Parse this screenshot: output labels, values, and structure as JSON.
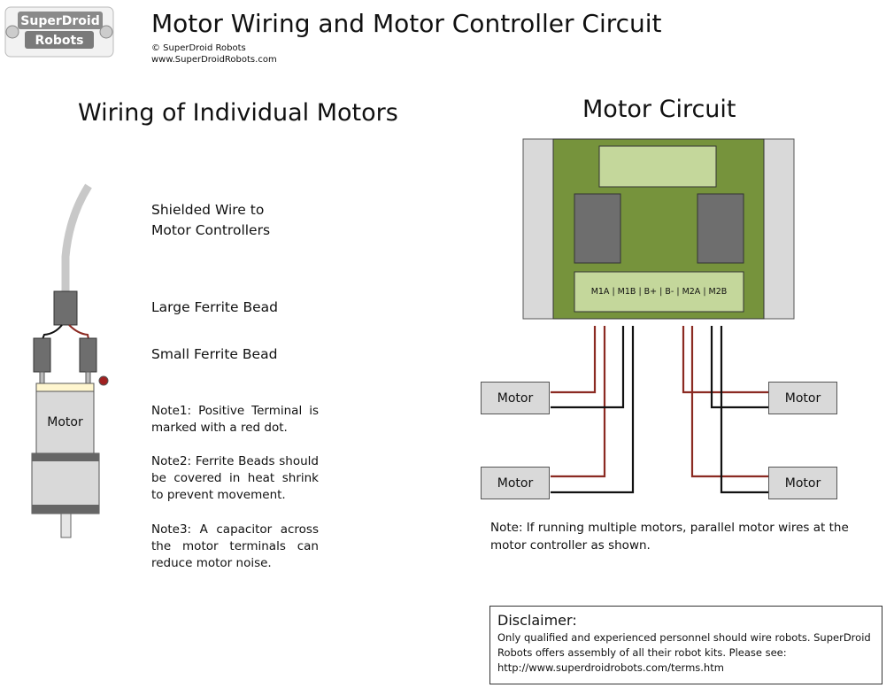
{
  "header": {
    "logo_line1": "SuperDroid",
    "logo_line2": "Robots",
    "title": "Motor Wiring and Motor Controller Circuit",
    "copyright": "© SuperDroid Robots",
    "website": "www.SuperDroidRobots.com"
  },
  "left": {
    "title": "Wiring of Individual Motors",
    "labels": {
      "shielded_wire_line1": "Shielded Wire to",
      "shielded_wire_line2": "Motor Controllers",
      "large_bead": "Large Ferrite Bead",
      "small_bead": "Small Ferrite Bead",
      "motor": "Motor"
    },
    "notes": [
      "Note1: Positive Terminal is marked with a red dot.",
      "Note2: Ferrite Beads should be covered in heat shrink to prevent movement.",
      "Note3: A capacitor across the motor terminals can reduce motor noise."
    ]
  },
  "right": {
    "title": "Motor Circuit",
    "terminal_label": "M1A | M1B | B+ | B- | M2A | M2B",
    "motors": [
      "Motor",
      "Motor",
      "Motor",
      "Motor"
    ],
    "note": "Note: If running multiple motors, parallel motor wires at the motor controller as shown."
  },
  "disclaimer": {
    "title": "Disclaimer:",
    "body_line1": "Only qualified and experienced personnel should wire robots. SuperDroid",
    "body_line2": "Robots offers assembly of all their robot kits. Please see:",
    "body_line3": "http://www.superdroidrobots.com/terms.htm"
  },
  "colors": {
    "board_green": "#76933c",
    "board_panel": "#c4d79b",
    "wire_red": "#8b2a22",
    "wire_black": "#111111",
    "red_dot": "#a02020",
    "gray": "#d9d9d9"
  }
}
